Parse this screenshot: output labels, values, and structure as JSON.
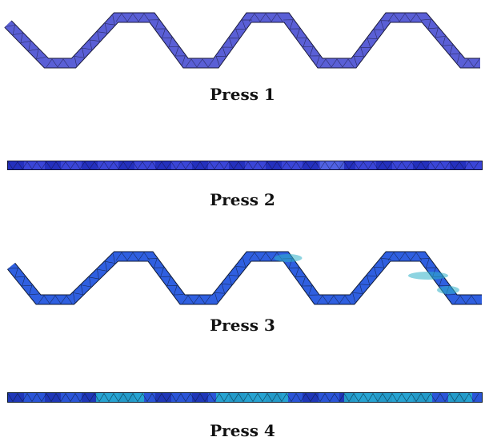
{
  "figure": {
    "panels": [
      {
        "caption": "Press 1",
        "shape": "corrugated",
        "colors": {
          "fill": "#5a5fd6",
          "fill_dark": "#3e44c4",
          "accent": "#7a7fe6",
          "mesh": "#1a1a3a"
        }
      },
      {
        "caption": "Press 2",
        "shape": "flat",
        "colors": {
          "fill": "#3a45d8",
          "fill_dark": "#1f2bb8",
          "accent": "#5a6fe8",
          "mesh": "#111133"
        }
      },
      {
        "caption": "Press 3",
        "shape": "corrugated",
        "colors": {
          "fill": "#2f5fe0",
          "fill_dark": "#2440c8",
          "accent": "#2fb0c8",
          "mesh": "#0f1a33"
        }
      },
      {
        "caption": "Press 4",
        "shape": "flat",
        "colors": {
          "fill": "#2a55d8",
          "fill_dark": "#1d2fb0",
          "accent": "#25c4d0",
          "mesh": "#0a1a2a"
        }
      }
    ]
  }
}
